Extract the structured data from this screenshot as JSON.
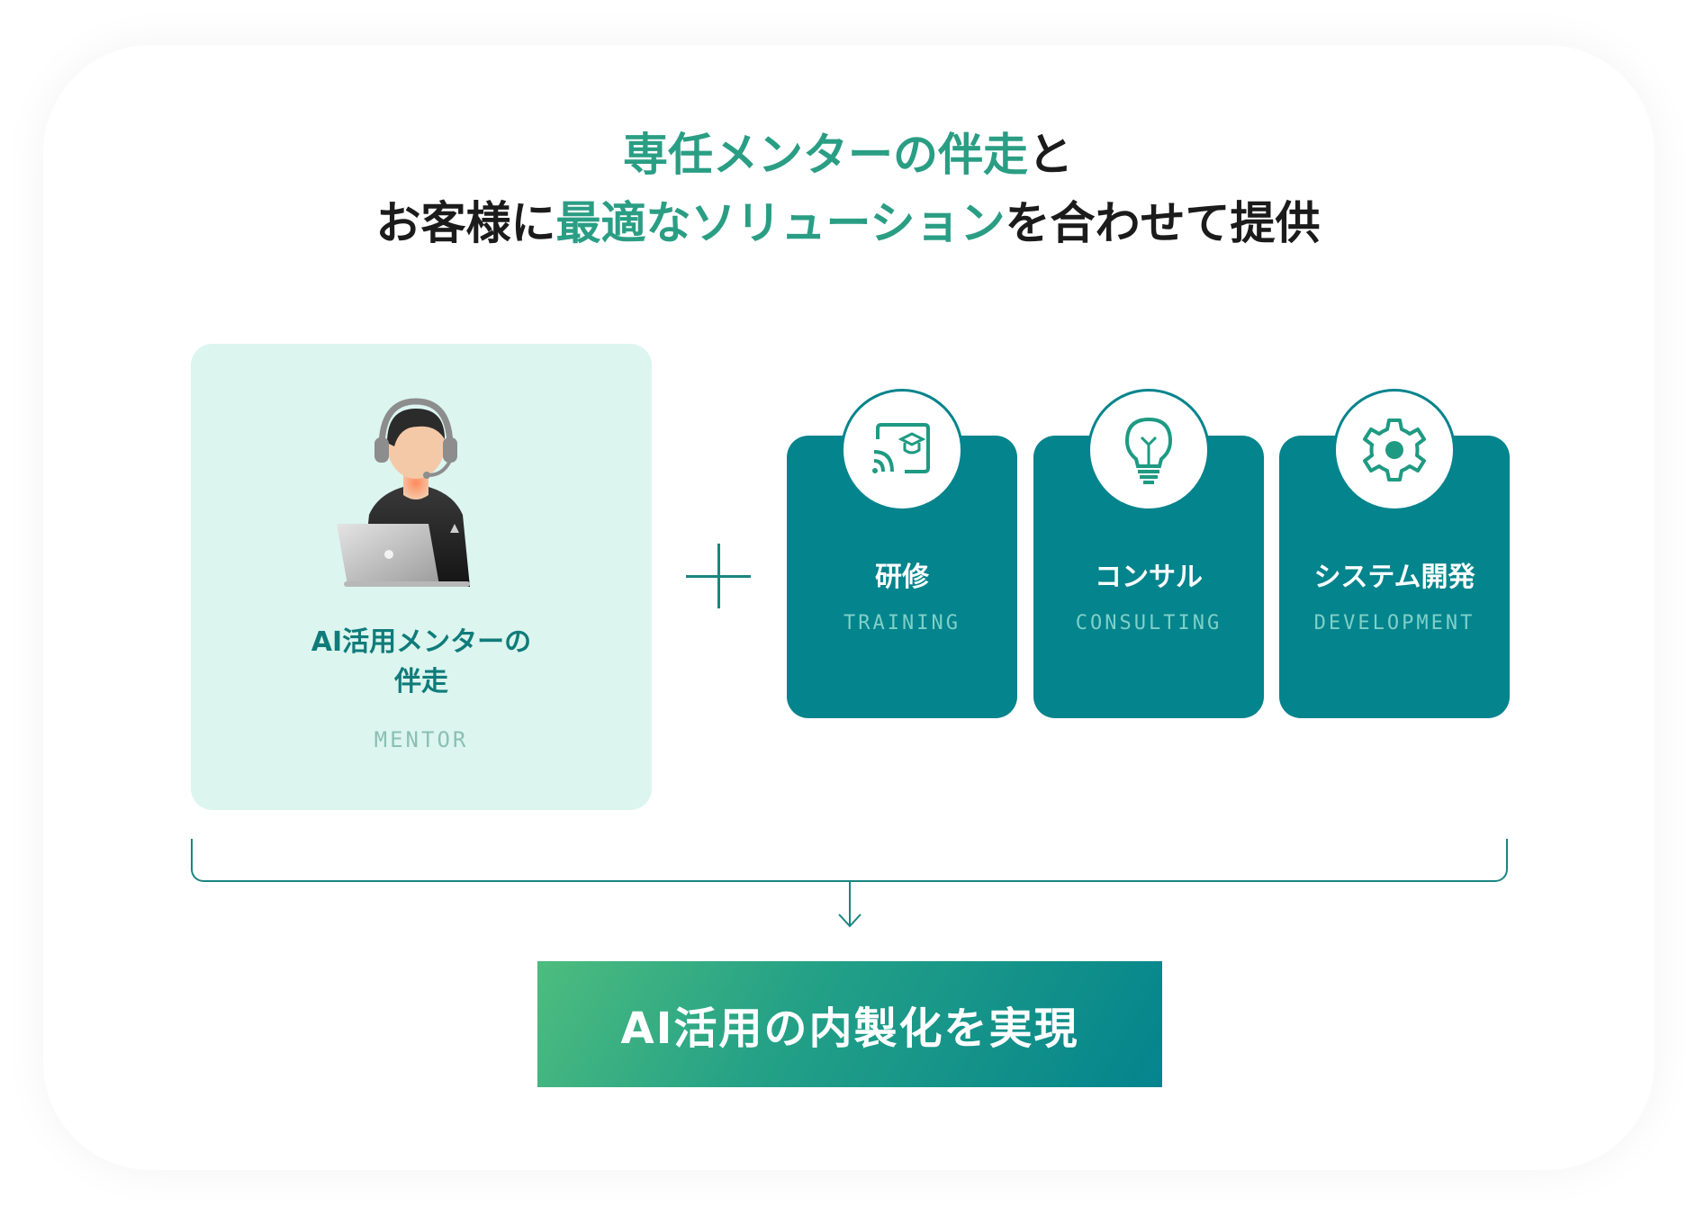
{
  "headline": {
    "line1_accent": "専任メンターの伴走",
    "line1_rest": "と",
    "line2_pre": "お客様に",
    "line2_accent": "最適なソリューション",
    "line2_post": "を合わせて提供"
  },
  "mentor": {
    "title_line1": "AI活用メンターの",
    "title_line2": "伴走",
    "subtitle": "MENTOR",
    "icon": "mentor-headset-laptop-icon"
  },
  "services": [
    {
      "label": "研修",
      "subtitle": "TRAINING",
      "icon": "training-screen-icon"
    },
    {
      "label": "コンサル",
      "subtitle": "CONSULTING",
      "icon": "lightbulb-icon"
    },
    {
      "label": "システム開発",
      "subtitle": "DEVELOPMENT",
      "icon": "gear-icon"
    }
  ],
  "result": {
    "label": "AI活用の内製化を実現"
  },
  "colors": {
    "accent": "#2a9e84",
    "teal": "#04848d",
    "mentor_bg": "#dcf5ef",
    "gradient_start": "#4dbc7e",
    "gradient_end": "#04848d"
  }
}
